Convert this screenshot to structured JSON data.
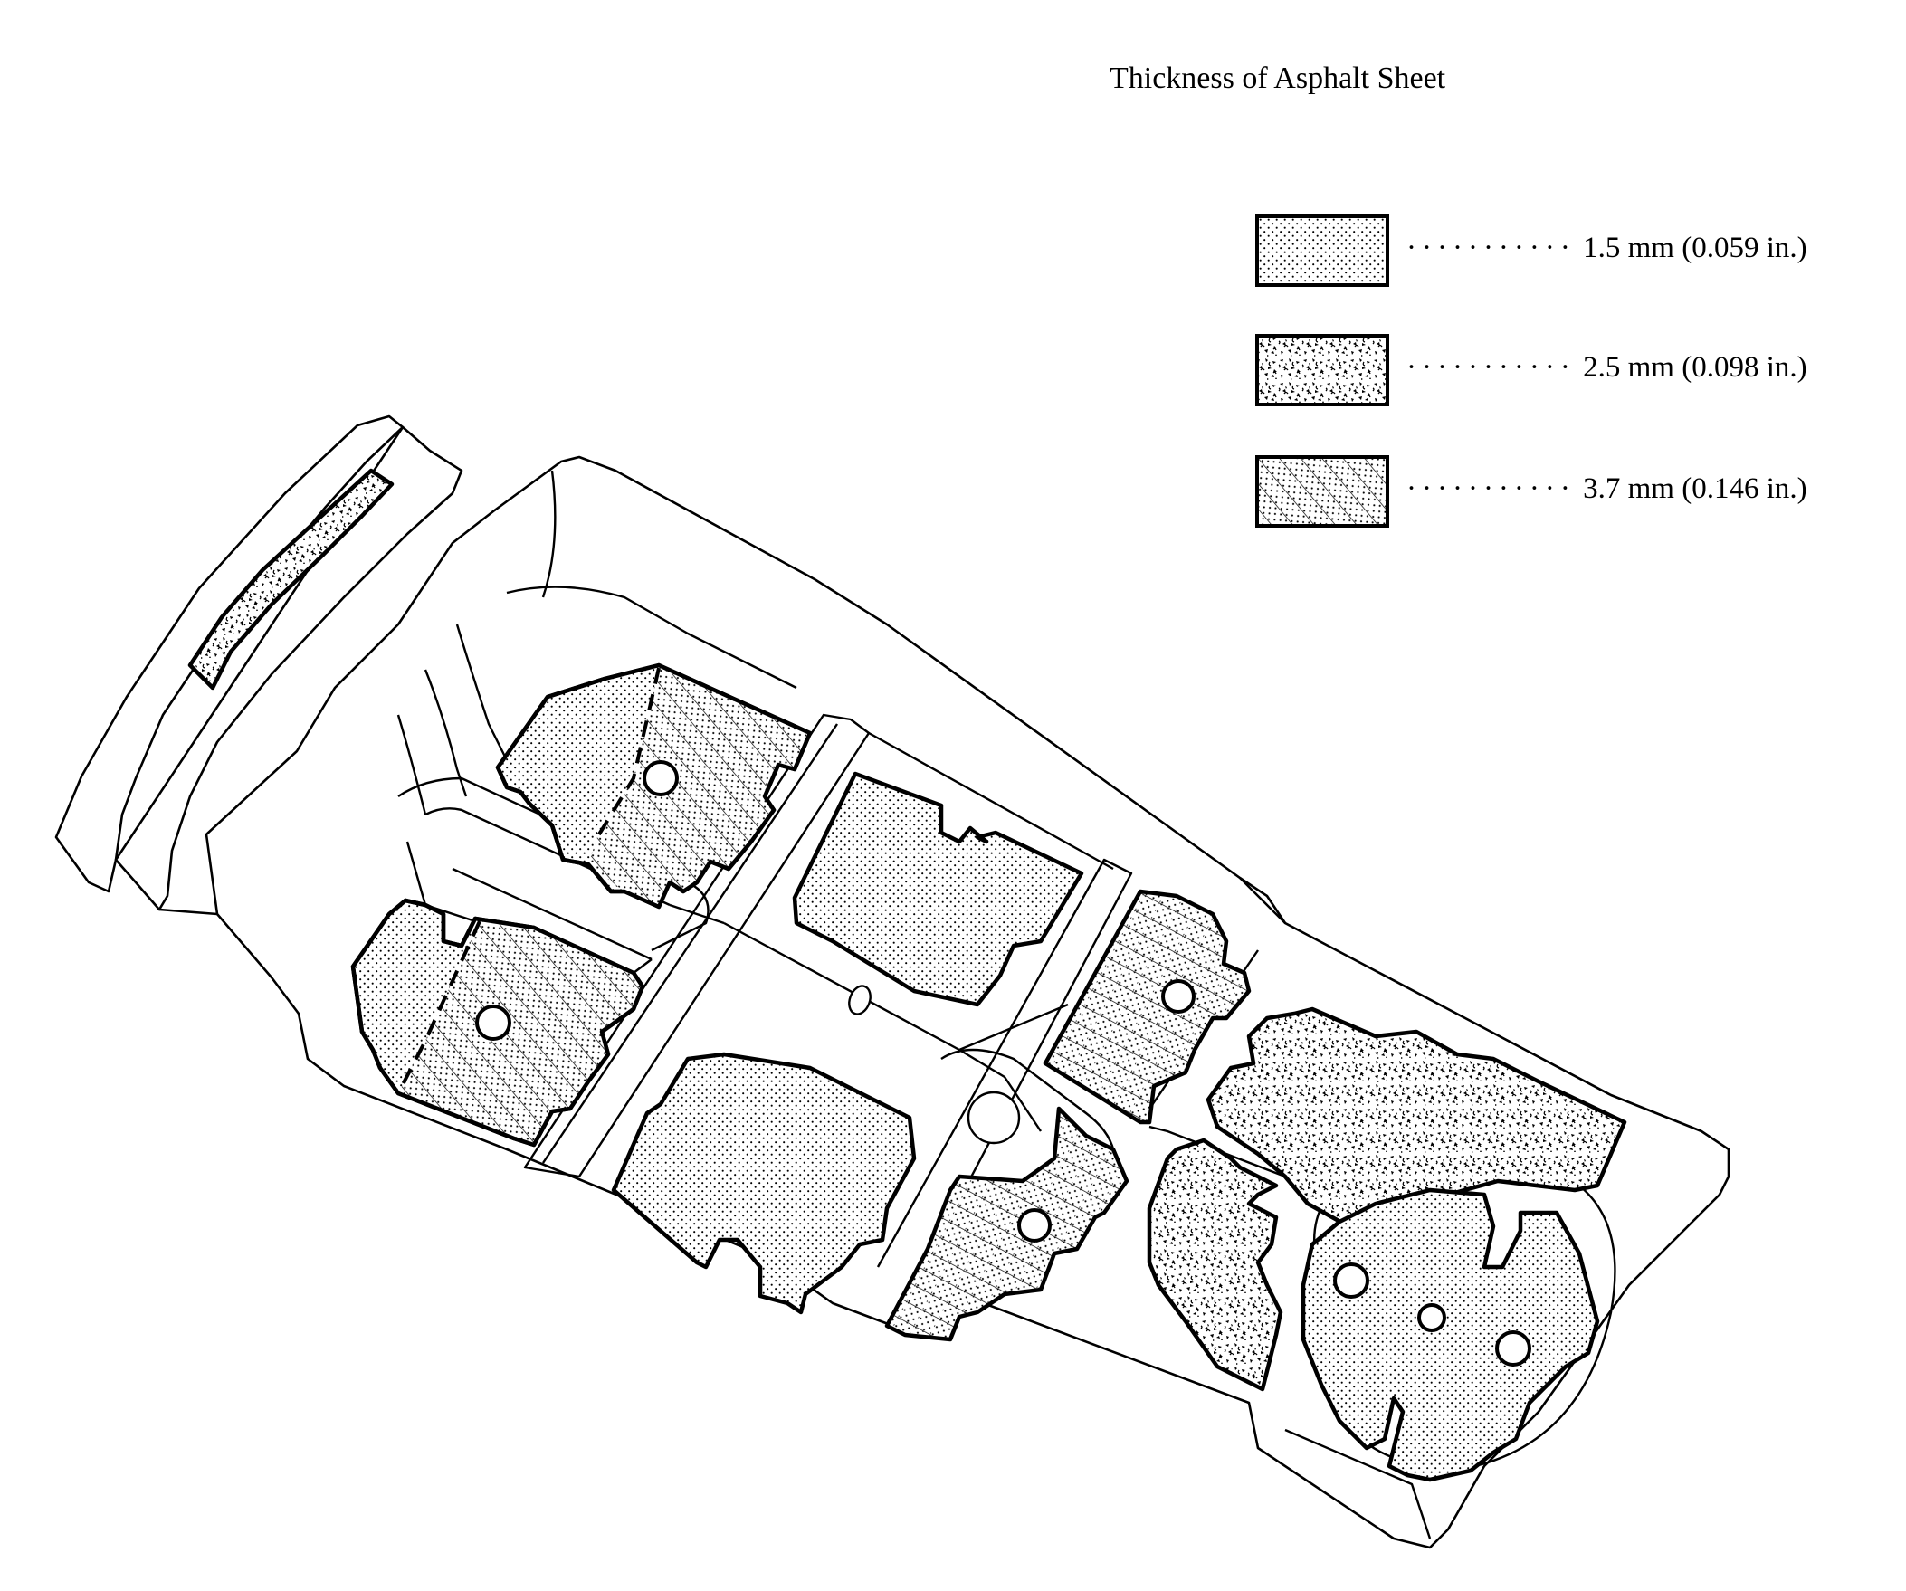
{
  "title": "Thickness of Asphalt Sheet",
  "legend": [
    {
      "pattern": "fine-dots",
      "leader": "···········",
      "label": "1.5 mm (0.059 in.)"
    },
    {
      "pattern": "coarse-speckle",
      "leader": "···········",
      "label": "2.5 mm (0.098 in.)"
    },
    {
      "pattern": "dots-with-hatching",
      "leader": "···········",
      "label": "3.7 mm (0.146 in.)"
    }
  ],
  "colors": {
    "ink": "#000000",
    "paper": "#ffffff"
  }
}
